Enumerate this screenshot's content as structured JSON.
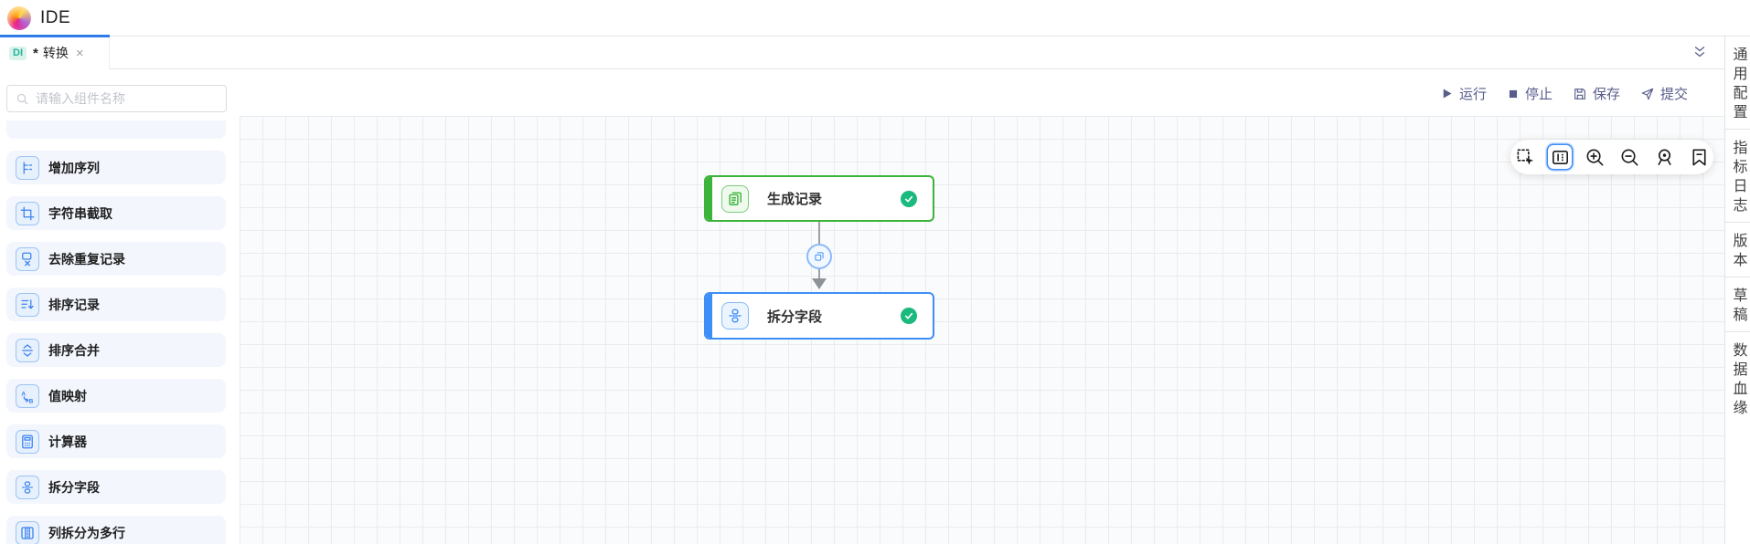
{
  "app": {
    "title": "IDE"
  },
  "tab": {
    "badge": "DI",
    "dirty_marker": "*",
    "label": "转换",
    "close_glyph": "×"
  },
  "sidebar": {
    "search": {
      "placeholder": "请输入组件名称"
    },
    "items": [
      {
        "label": "增加序列",
        "icon": "sequence-icon"
      },
      {
        "label": "字符串截取",
        "icon": "crop-icon"
      },
      {
        "label": "去除重复记录",
        "icon": "dedupe-icon"
      },
      {
        "label": "排序记录",
        "icon": "sort-records-icon"
      },
      {
        "label": "排序合并",
        "icon": "sort-merge-icon"
      },
      {
        "label": "值映射",
        "icon": "value-map-icon"
      },
      {
        "label": "计算器",
        "icon": "calculator-icon"
      },
      {
        "label": "拆分字段",
        "icon": "split-field-icon"
      },
      {
        "label": "列拆分为多行",
        "icon": "column-split-icon"
      }
    ]
  },
  "toolbar": {
    "run": "运行",
    "stop": "停止",
    "save": "保存",
    "submit": "提交"
  },
  "canvas_tools": [
    "marquee-select",
    "minimap",
    "zoom-in",
    "zoom-out",
    "locate",
    "bookmark"
  ],
  "flow": {
    "nodes": [
      {
        "label": "生成记录",
        "status": "success",
        "accent": "#3cb43a",
        "icon": "generate-records-icon"
      },
      {
        "label": "拆分字段",
        "status": "success",
        "accent": "#3e8ef7",
        "icon": "split-field-icon"
      }
    ],
    "edge": {
      "from": "生成记录",
      "to": "拆分字段",
      "badge_icon": "copy-icon"
    }
  },
  "right_panel": {
    "tabs": [
      "通用配置",
      "指标日志",
      "版本",
      "草稿",
      "数据血缘"
    ]
  },
  "colors": {
    "accent_blue": "#2d7ce8",
    "node_green": "#3cb43a",
    "node_blue": "#3e8ef7",
    "success_green": "#1ab97d",
    "toolbar_text": "#575c8a",
    "badge_teal_text": "#27b198",
    "badge_teal_bg": "#d9f3ec"
  }
}
